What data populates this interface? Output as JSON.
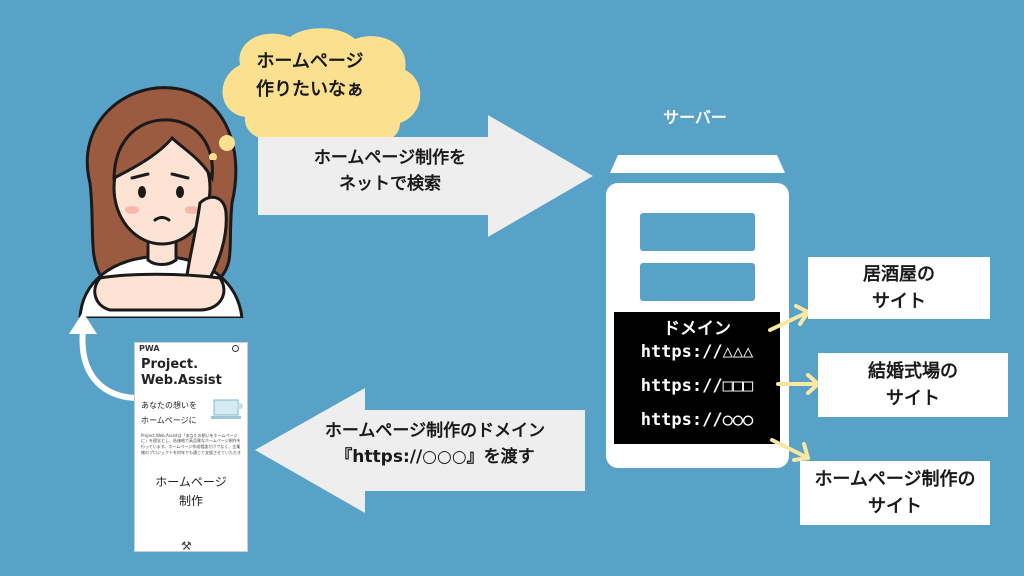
{
  "thought_bubble": {
    "line1": "ホームページ",
    "line2": "作りたいなぁ"
  },
  "search_arrow": {
    "line1": "ホームページ制作を",
    "line2": "ネットで検索"
  },
  "server": {
    "title": "サーバー",
    "domain_label": "ドメイン",
    "domains": [
      "https://△△△",
      "https://□□□",
      "https://○○○"
    ]
  },
  "sites": [
    {
      "line1": "居酒屋の",
      "line2": "サイト"
    },
    {
      "line1": "結婚式場の",
      "line2": "サイト"
    },
    {
      "line1": "ホームページ制作の",
      "line2": "サイト"
    }
  ],
  "return_arrow": {
    "line1": "ホームページ制作のドメイン",
    "line2": "『https://○○○』を渡す"
  },
  "phone": {
    "logo": "PWA",
    "brand_line1": "Project.",
    "brand_line2": "Web.Assist",
    "hero_line1": "あなたの想いを",
    "hero_line2": "ホームページに",
    "body_text": "Project.Web.Assistは「あなたの想いをホームページに」を理念とし、低価格で高品質なホームページ制作を行っています。ホームページ作成相談だけでなく、企業様のプロジェクトを何年でも通じて支援させていただきます。",
    "service_line1": "ホームページ",
    "service_line2": "制作"
  },
  "colors": {
    "background": "#57a2c6",
    "bubble": "#fbe08f",
    "arrow": "#eeeeee",
    "connector": "#fbe7a2",
    "domain_panel": "#000000"
  }
}
